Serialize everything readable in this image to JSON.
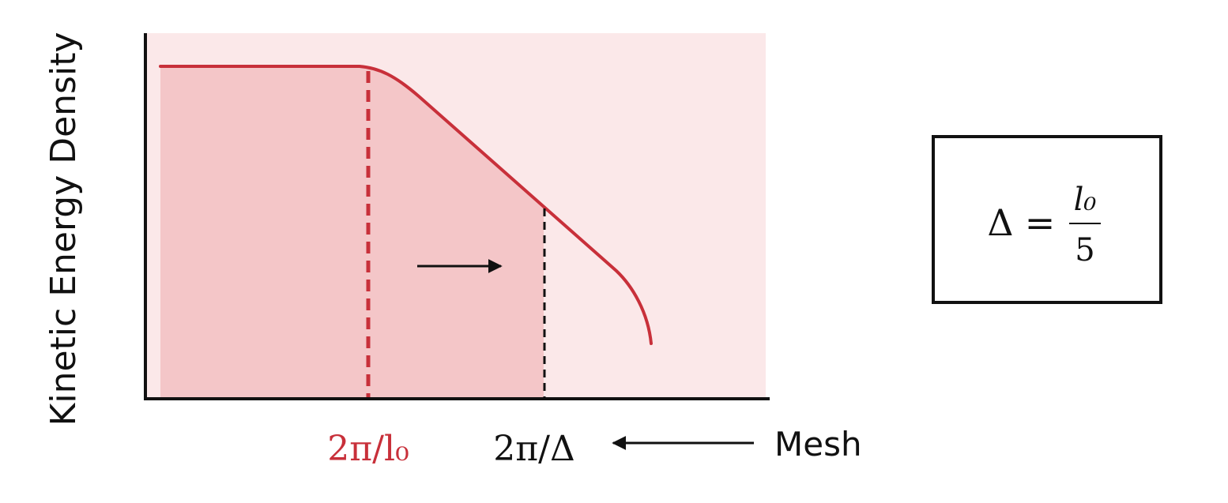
{
  "chart": {
    "ylabel": "Kinetic Energy Density",
    "tick_integral_scale": "2π/l₀",
    "tick_filter_width": "2π/Δ",
    "mesh_label": "Mesh"
  },
  "formula": {
    "lhs": "Δ",
    "equals": "=",
    "numerator": "l₀",
    "denominator": "5"
  },
  "colors": {
    "curve": "#c8303a",
    "resolved_fill": "#f4c6c8",
    "background_fill": "#fbe8e9",
    "axis": "#111111"
  }
}
